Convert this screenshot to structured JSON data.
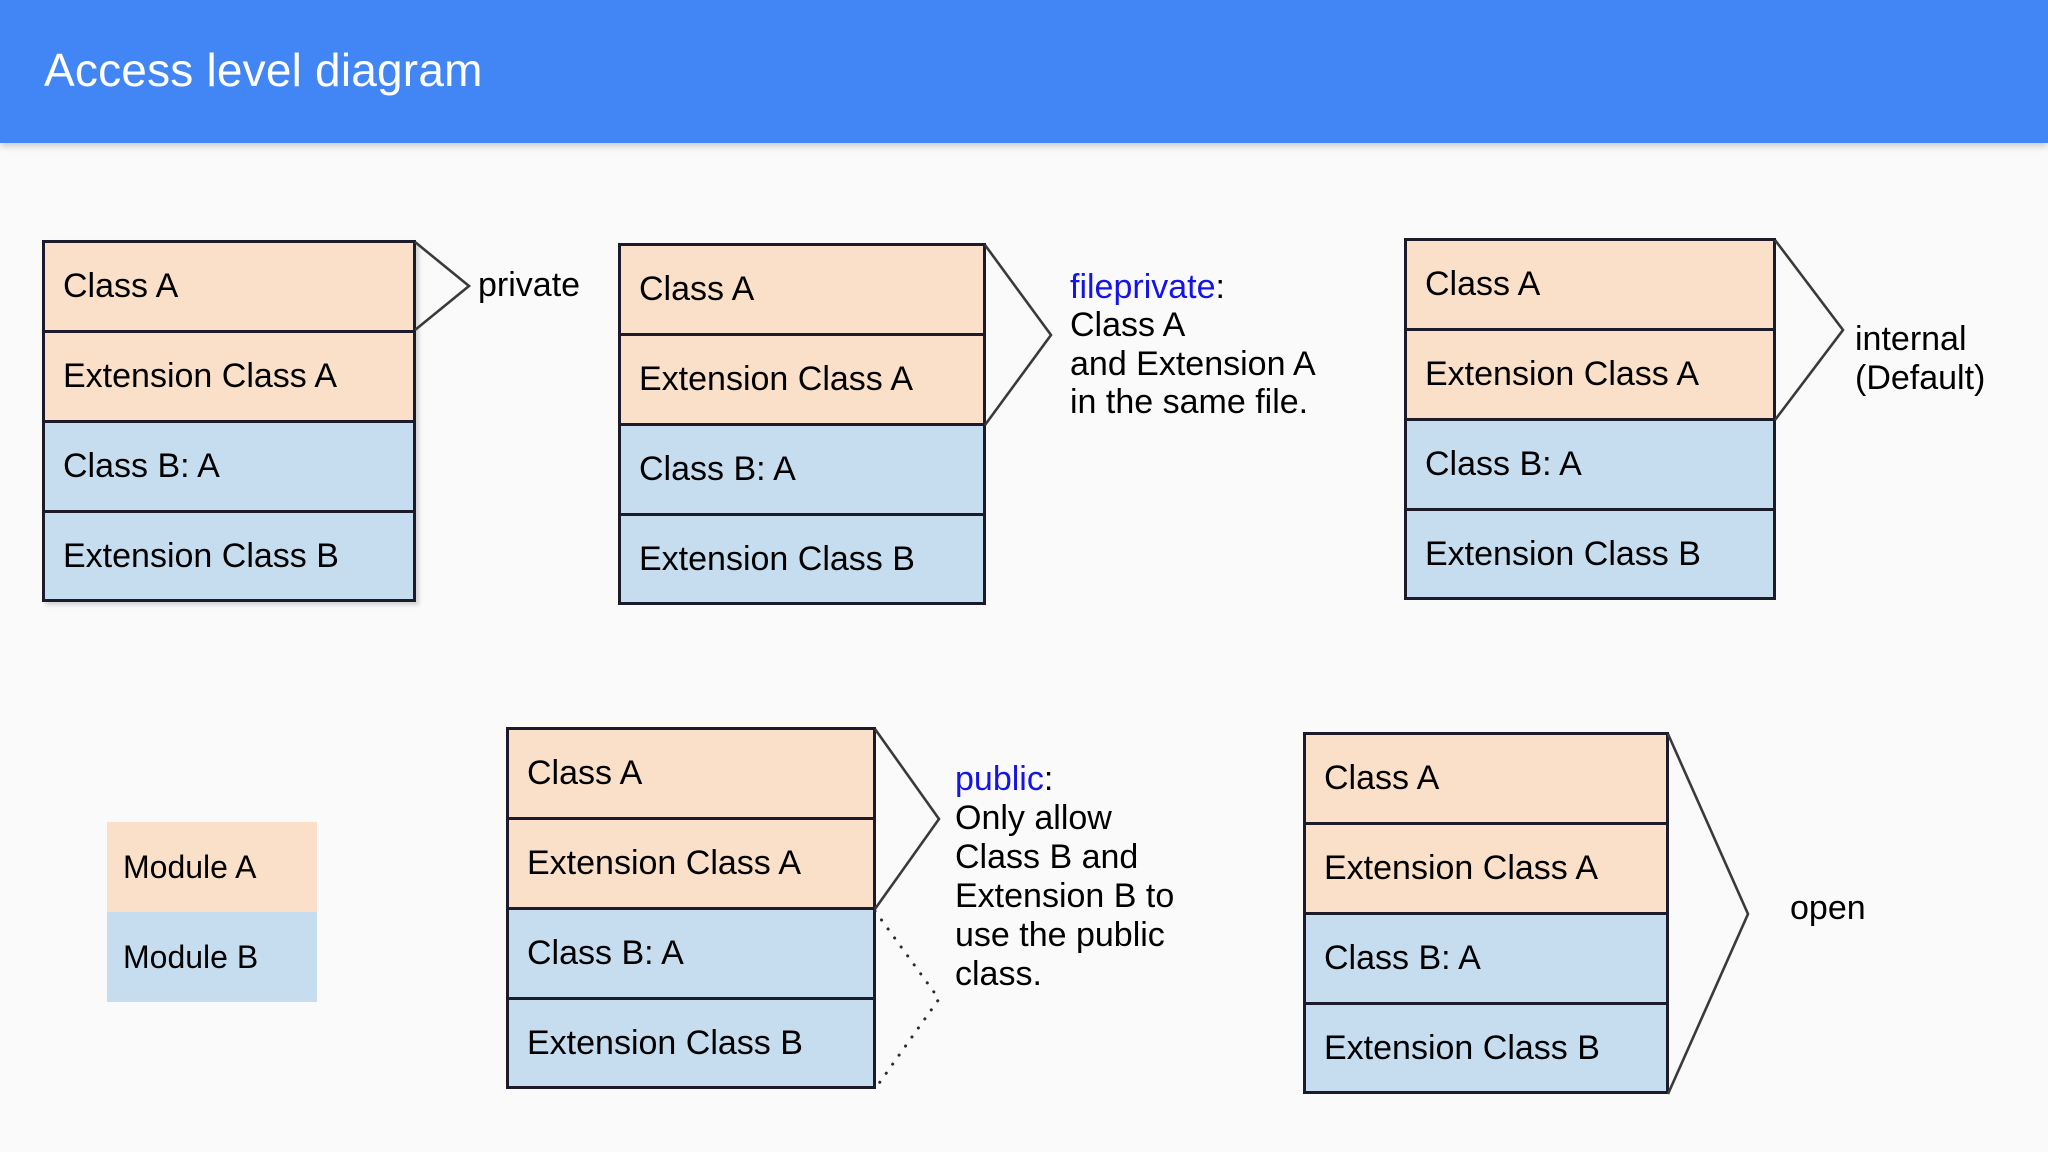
{
  "header": {
    "title": "Access level diagram",
    "bar_color": "#4285f4",
    "title_color": "#ffffff"
  },
  "palette": {
    "module_a_fill": "#fae0c8",
    "module_b_fill": "#c5ddef",
    "stroke": "#1b1b2b",
    "keyword_color": "#1414e6",
    "page_background": "#fafafb"
  },
  "legend": {
    "name": "module-legend",
    "items": [
      {
        "label": "Module A",
        "fill": "#fae0c8"
      },
      {
        "label": "Module B",
        "fill": "#c5ddef"
      }
    ]
  },
  "groups": [
    {
      "id": "private",
      "rows": [
        {
          "label": "Class A",
          "module": "A"
        },
        {
          "label": "Extension Class A",
          "module": "A"
        },
        {
          "label": "Class B: A",
          "module": "B"
        },
        {
          "label": "Extension Class B",
          "module": "B"
        }
      ],
      "annotation": {
        "keyword": "",
        "plain_lines": [
          "private"
        ],
        "style": "plain"
      },
      "chevron": {
        "rows_spanned": 1,
        "style": "solid"
      }
    },
    {
      "id": "fileprivate",
      "rows": [
        {
          "label": "Class A",
          "module": "A"
        },
        {
          "label": "Extension Class A",
          "module": "A"
        },
        {
          "label": "Class B: A",
          "module": "B"
        },
        {
          "label": "Extension Class B",
          "module": "B"
        }
      ],
      "annotation": {
        "keyword": "fileprivate",
        "keyword_suffix": ":",
        "plain_lines": [
          "Class A",
          "and Extension A",
          "in the same file."
        ],
        "style": "keyword"
      },
      "chevron": {
        "rows_spanned": 2,
        "style": "solid"
      }
    },
    {
      "id": "internal",
      "rows": [
        {
          "label": "Class A",
          "module": "A"
        },
        {
          "label": "Extension Class A",
          "module": "A"
        },
        {
          "label": "Class B: A",
          "module": "B"
        },
        {
          "label": "Extension Class B",
          "module": "B"
        }
      ],
      "annotation": {
        "keyword": "",
        "plain_lines": [
          "internal",
          "(Default)"
        ],
        "style": "plain"
      },
      "chevron": {
        "rows_spanned": 2,
        "style": "solid"
      }
    },
    {
      "id": "public",
      "rows": [
        {
          "label": "Class A",
          "module": "A"
        },
        {
          "label": "Extension Class A",
          "module": "A"
        },
        {
          "label": "Class B: A",
          "module": "B"
        },
        {
          "label": "Extension Class B",
          "module": "B"
        }
      ],
      "annotation": {
        "keyword": "public",
        "keyword_suffix": ":",
        "plain_lines": [
          "Only allow",
          "Class B and",
          "Extension B to",
          "use the public",
          "class."
        ],
        "style": "keyword"
      },
      "chevron": {
        "rows_spanned": 2,
        "style": "solid"
      },
      "chevron_secondary": {
        "rows_spanned": 2,
        "style": "dotted"
      }
    },
    {
      "id": "open",
      "rows": [
        {
          "label": "Class A",
          "module": "A"
        },
        {
          "label": "Extension Class A",
          "module": "A"
        },
        {
          "label": "Class B: A",
          "module": "B"
        },
        {
          "label": "Extension Class B",
          "module": "B"
        }
      ],
      "annotation": {
        "keyword": "",
        "plain_lines": [
          "open"
        ],
        "style": "plain"
      },
      "chevron": {
        "rows_spanned": 4,
        "style": "solid"
      }
    }
  ]
}
